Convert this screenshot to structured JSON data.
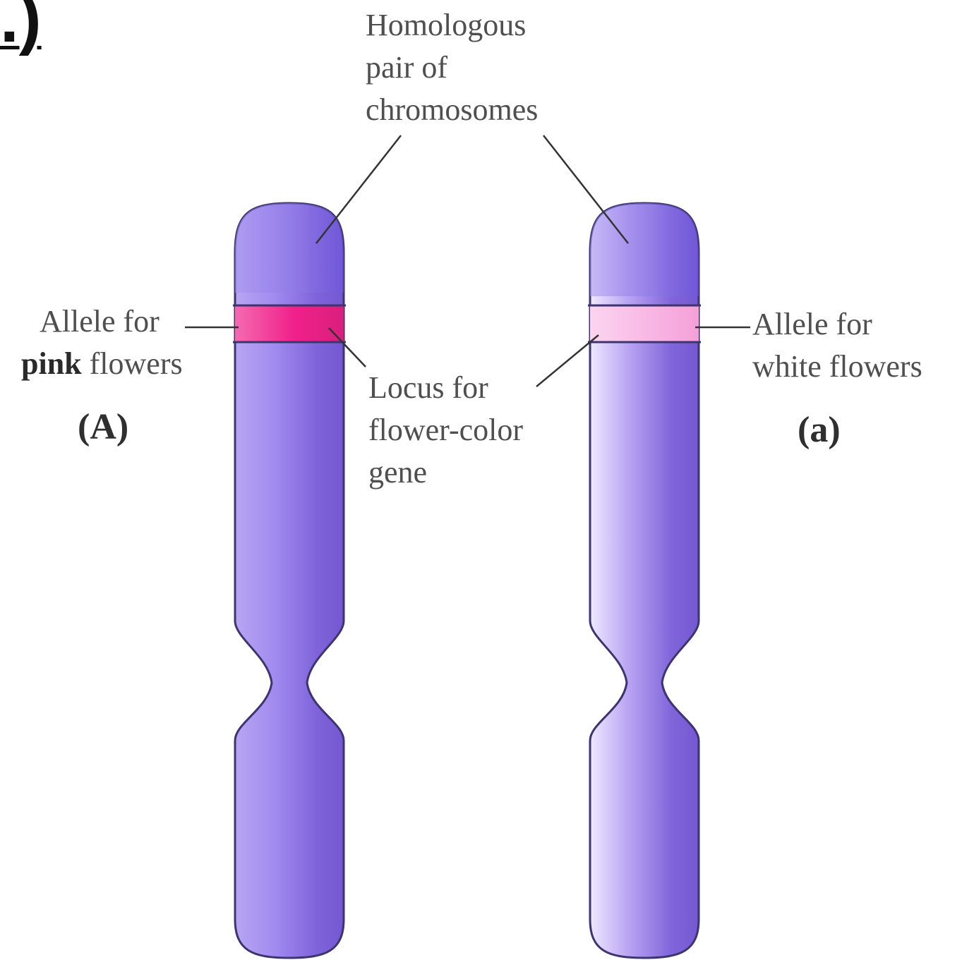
{
  "corner_mark": ".)",
  "labels": {
    "homologous_pair": [
      "Homologous",
      "pair of",
      "chromosomes"
    ],
    "allele_pink": {
      "line1": "Allele for",
      "line2_bold": "pink",
      "line2_rest": " flowers",
      "genotype": "(A)"
    },
    "allele_white": {
      "line1": "Allele for",
      "line2": "white flowers",
      "genotype": "(a)"
    },
    "locus": [
      "Locus for",
      "flower-color",
      "gene"
    ]
  },
  "colors": {
    "chromosome_body": "#8f77e0",
    "chromosome_dark": "#6a4fcf",
    "chromosome_light": "#cbbcf6",
    "band_pink_allele": "#f0368e",
    "band_white_allele": "#f7b2e4",
    "leader_line": "#333333"
  }
}
